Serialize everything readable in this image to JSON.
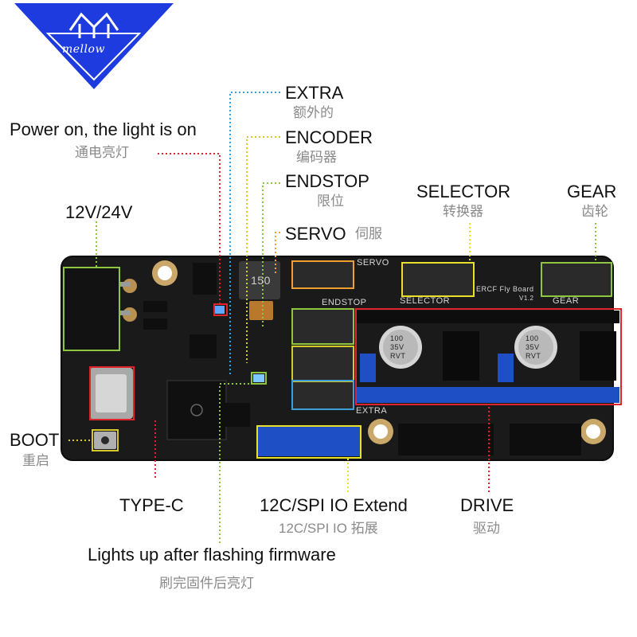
{
  "brand": {
    "logo_text": "mellow",
    "color": "#1e3be0"
  },
  "board": {
    "name": "ERCF Fly Board",
    "version": "V1.2",
    "silk": {
      "servo": "SERVO",
      "endstop": "ENDSTOP",
      "selector": "SELECTOR",
      "gear": "GEAR",
      "extra": "EXTRA"
    },
    "capacitor_text": [
      "100",
      "35V",
      "RVT"
    ],
    "inductor_text": "150"
  },
  "callouts": {
    "extra": {
      "en": "EXTRA",
      "cn": "额外的",
      "color": "#3aa0d6"
    },
    "encoder": {
      "en": "ENCODER",
      "cn": "编码器",
      "color": "#d8c92a"
    },
    "endstop": {
      "en": "ENDSTOP",
      "cn": "限位",
      "color": "#8ec63f"
    },
    "servo": {
      "en": "SERVO",
      "cn": "伺服",
      "color": "#f0a030"
    },
    "power_on": {
      "en": "Power on, the light is on",
      "cn": "通电亮灯",
      "color": "#e0242e"
    },
    "vin": {
      "en": "12V/24V",
      "color": "#8ec63f"
    },
    "selector": {
      "en": "SELECTOR",
      "cn": "转换器",
      "color": "#e8e02a"
    },
    "gear": {
      "en": "GEAR",
      "cn": "齿轮",
      "color": "#8ec63f"
    },
    "boot": {
      "en": "BOOT",
      "cn": "重启",
      "color": "#d8c92a"
    },
    "typec": {
      "en": "TYPE-C",
      "color": "#e0242e"
    },
    "i2c_spi": {
      "en": "12C/SPI IO Extend",
      "cn": "12C/SPI IO 拓展",
      "color": "#e8e02a"
    },
    "drive": {
      "en": "DRIVE",
      "cn": "驱动",
      "color": "#e0242e"
    },
    "firmware": {
      "en": "Lights up after flashing firmware",
      "cn": "刷完固件后亮灯",
      "color": "#8ec63f"
    }
  }
}
